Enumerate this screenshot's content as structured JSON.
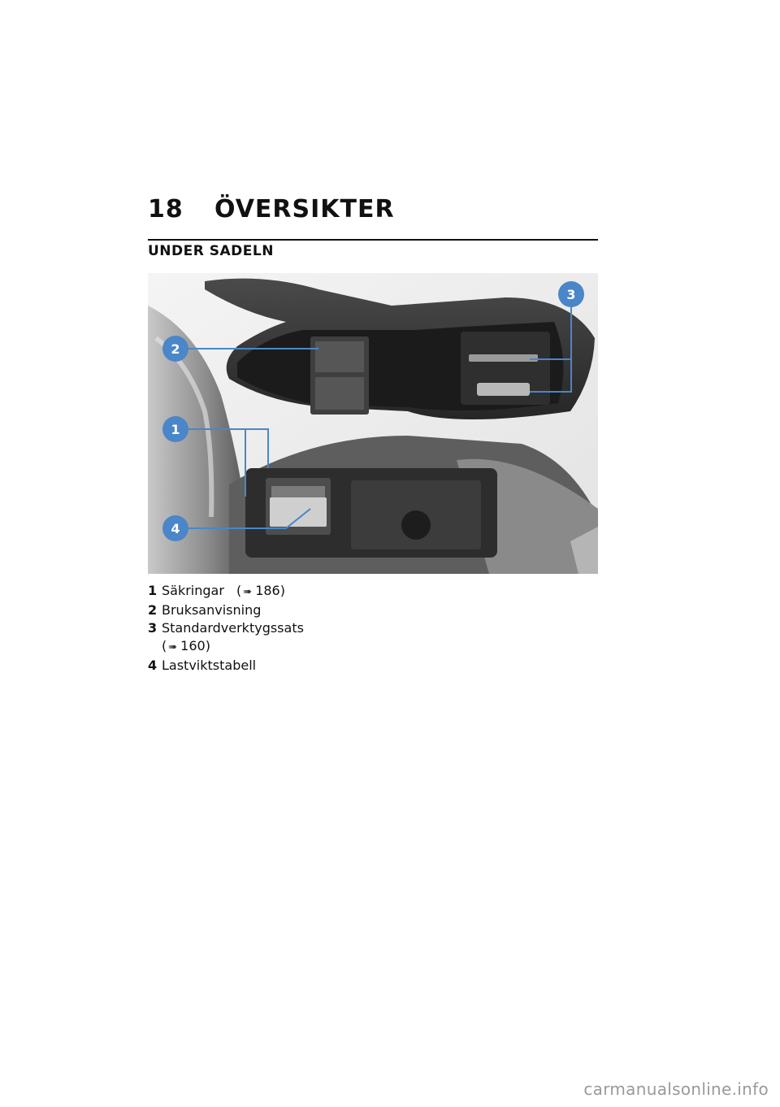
{
  "header": {
    "page_number": "18",
    "chapter_title": "ÖVERSIKTER"
  },
  "section": {
    "title": "UNDER SADELN"
  },
  "figure": {
    "callouts": [
      "1",
      "2",
      "3",
      "4"
    ],
    "accent_color": "#4a86c8"
  },
  "legend": [
    {
      "num": "1",
      "text": "Säkringar",
      "ref_open": "(",
      "ref_page": "186)"
    },
    {
      "num": "2",
      "text": "Bruksanvisning"
    },
    {
      "num": "3",
      "text": "Standardverktygssats",
      "ref_open": "(",
      "ref_page": "160)"
    },
    {
      "num": "4",
      "text": "Lastviktstabell"
    }
  ],
  "footer": {
    "brand": "carmanualsonline.info"
  }
}
